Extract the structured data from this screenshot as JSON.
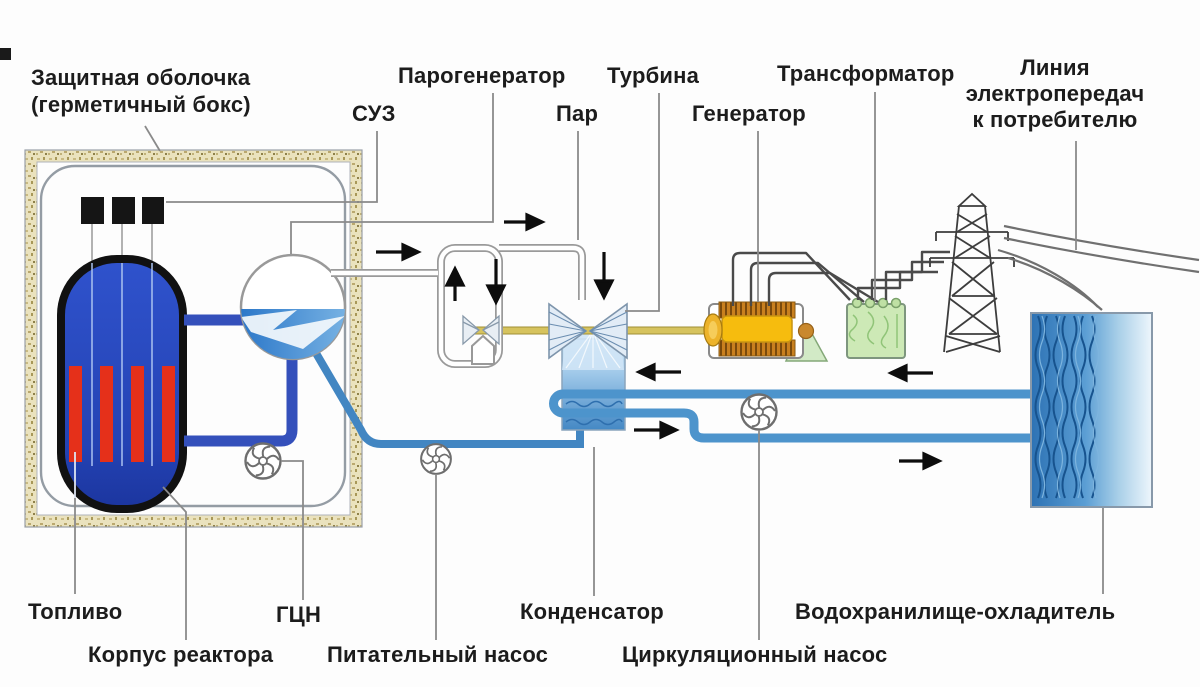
{
  "labels": {
    "containment_line1": "Защитная оболочка",
    "containment_line2": "(герметичный бокс)",
    "suz": "СУЗ",
    "steam_generator": "Парогенератор",
    "steam": "Пар",
    "turbine": "Турбина",
    "generator": "Генератор",
    "transformer": "Трансформатор",
    "power_line_1": "Линия",
    "power_line_2": "электропередач",
    "power_line_3": "к потребителю",
    "fuel": "Топливо",
    "reactor_vessel": "Корпус реактора",
    "main_pump": "ГЦН",
    "feed_pump": "Питательный насос",
    "condenser": "Конденсатор",
    "circulation_pump": "Циркуляционный насос",
    "reservoir": "Водохранилище-охладитель"
  },
  "colors": {
    "containment_band": "#eae2bd",
    "vessel_blue": "#2a49c0",
    "fuel_red": "#e5301a",
    "pipe_primary": "#3450bb",
    "pipe_secondary": "#4286c2",
    "pipe_cooling": "#4d94cc",
    "shaft_yellow": "#d6c35e",
    "generator_yellow": "#f6bc0e",
    "transformer_green": "#cde9b6",
    "water_blue": "#2d72b4",
    "leader_gray": "#8a8a8a",
    "arrow_black": "#0d0d0d"
  }
}
